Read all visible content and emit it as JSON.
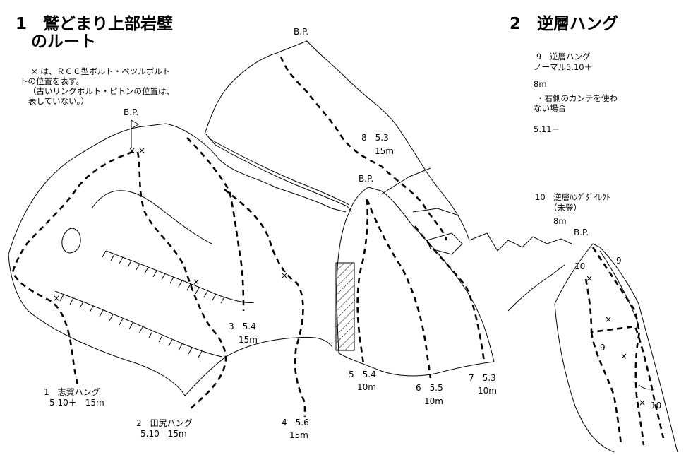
{
  "title_left": {
    "line1": "1　鷲どまり上部岩壁",
    "line2": "のルート"
  },
  "title_right": "2　逆層ハング",
  "legend_note": {
    "line1": "× は、ＲＣＣ型ボルト・ペツルボルト",
    "line2": "トの位置を表す。",
    "line3": "（古いリングボルト・ピトンの位置は、",
    "line4": "表していない。）"
  },
  "belay_point_label": "B.P.",
  "right_notes": {
    "route9_title": "9　逆層ハング",
    "route9_grade": "ノーマル5.10＋",
    "route9_length": "8m",
    "route9_variant": "・右側のカンテを使わ",
    "route9_variant2": "ない場合",
    "route9_variant_grade": "5.11－",
    "route10_title": "10　逆層ﾊﾝｸﾞﾀﾞｲﾚｸﾄ",
    "route10_status": "（未登）",
    "route10_length": "8m"
  },
  "routes": [
    {
      "num": "1",
      "name": "志賀ハング",
      "grade": "5.10＋　15m"
    },
    {
      "num": "2",
      "name": "田尻ハング",
      "grade": "5.10　15m"
    },
    {
      "num": "3",
      "grade": "5.4",
      "length": "15m"
    },
    {
      "num": "4",
      "grade": "5.6",
      "length": "15m"
    },
    {
      "num": "5",
      "grade": "5.4",
      "length": "10m"
    },
    {
      "num": "6",
      "grade": "5.5",
      "length": "10m"
    },
    {
      "num": "7",
      "grade": "5.3",
      "length": "10m"
    },
    {
      "num": "8",
      "grade": "5.3",
      "length": "15m"
    }
  ],
  "small_wall_labels": [
    "9",
    "10",
    "9",
    "10"
  ],
  "bolt_marker": "×"
}
